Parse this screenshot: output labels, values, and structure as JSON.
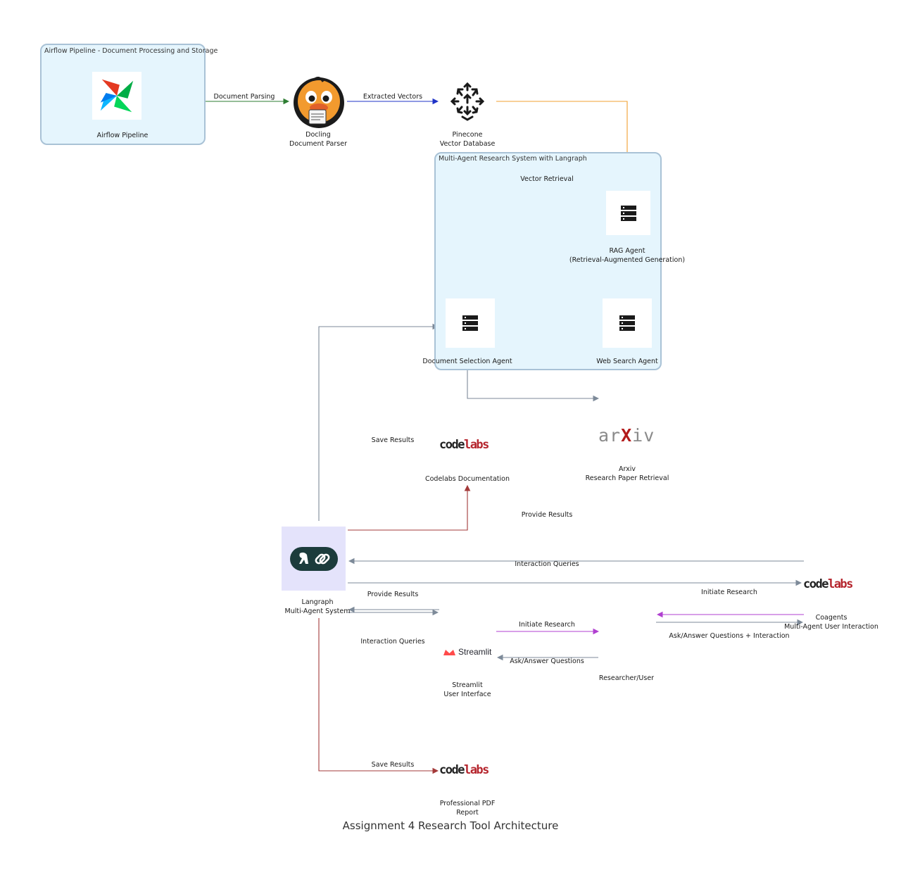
{
  "diagram": {
    "title": "Assignment 4 Research Tool Architecture",
    "clusters": {
      "airflow": "Airflow Pipeline - Document Processing and Storage",
      "multi_agent": "Multi-Agent Research System with Langraph"
    },
    "nodes": {
      "airflow": {
        "label": "Airflow Pipeline",
        "icon": "pinwheel-icon"
      },
      "docling": {
        "label_line1": "Docling",
        "label_line2": "Document Parser",
        "icon": "duck-icon"
      },
      "pinecone": {
        "label_line1": "Pinecone",
        "label_line2": "Vector Database",
        "icon": "pinecone-icon"
      },
      "rag_agent": {
        "label_line1": "RAG Agent",
        "label_line2": "(Retrieval-Augmented Generation)",
        "icon": "server-icon"
      },
      "doc_selection": {
        "label": "Document Selection Agent",
        "icon": "server-icon"
      },
      "web_search": {
        "label": "Web Search Agent",
        "icon": "server-icon"
      },
      "codelabs_doc": {
        "label": "Codelabs Documentation",
        "logo_a": "code",
        "logo_b": "labs"
      },
      "arxiv": {
        "label_line1": "Arxiv",
        "label_line2": "Research Paper Retrieval",
        "logo_a": "ar",
        "logo_x": "X",
        "logo_b": "iv"
      },
      "langraph": {
        "label_line1": "Langraph",
        "label_line2": "Multi-Agent System",
        "icon": "langchain-parrot-link-icon"
      },
      "coagents": {
        "label_line1": "Coagents",
        "label_line2": "Multi-Agent User Interaction",
        "logo_a": "code",
        "logo_b": "labs"
      },
      "streamlit": {
        "label_line1": "Streamlit",
        "label_line2": "User Interface",
        "logo_text": "Streamlit"
      },
      "researcher": {
        "label": "Researcher/User"
      },
      "pdf_report": {
        "label_line1": "Professional PDF",
        "label_line2": "Report",
        "logo_a": "code",
        "logo_b": "labs"
      }
    },
    "edges": {
      "document_parsing": "Document Parsing",
      "extracted_vectors": "Extracted Vectors",
      "vector_retrieval": "Vector Retrieval",
      "save_results_1": "Save Results",
      "provide_results_1": "Provide Results",
      "interaction_queries_1": "Interaction Queries",
      "initiate_research_1": "Initiate Research",
      "provide_results_2": "Provide Results",
      "initiate_research_2": "Initiate Research",
      "ask_answer_interaction": "Ask/Answer Questions + Interaction",
      "interaction_queries_2": "Interaction Queries",
      "ask_answer": "Ask/Answer Questions",
      "save_results_2": "Save Results"
    },
    "colors": {
      "cluster_fill": "#e5f5fd",
      "green_edge": "#2e7d32",
      "blue_edge": "#1f33c7",
      "orange_edge": "#f0a030",
      "gray_edge": "#7d8a99",
      "red_edge": "#a33a3a",
      "purple_edge": "#b03fd0"
    }
  }
}
